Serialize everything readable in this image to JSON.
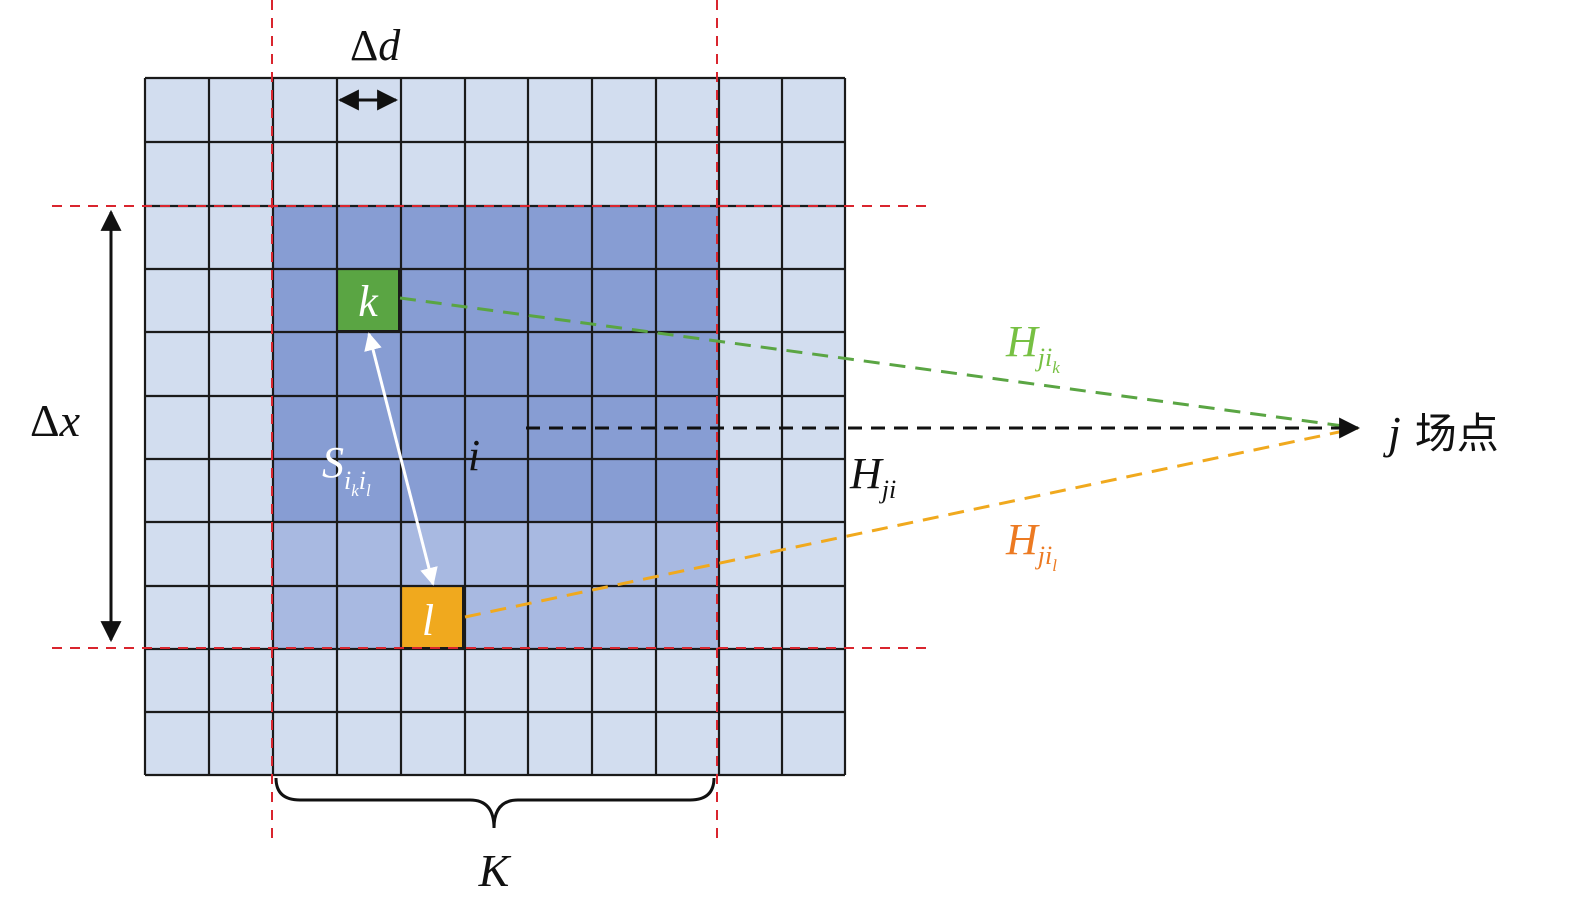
{
  "colors": {
    "cell_light": "#d2ddef",
    "cell_mid": "#a8b9e1",
    "cell_dark": "#879dd3",
    "grid_line": "#1a1a1a",
    "red_dash": "#d9252e",
    "green": "#5aa543",
    "green_text": "#77c043",
    "orange": "#f0a91e",
    "orange_text": "#ec7a22",
    "black": "#111111",
    "white": "#ffffff"
  },
  "labels": {
    "delta": "Δ",
    "delta_d_var": "d",
    "delta_x_var": "x",
    "k_cell": "k",
    "l_cell": "l",
    "center_i": "i",
    "s_main": "S",
    "s_sub_i1": "i",
    "s_sub_k": "k",
    "s_sub_i2": "i",
    "s_sub_l": "l",
    "h_main": "H",
    "h_sub_ji": "ji",
    "hk_main": "H",
    "hk_sub": "ji",
    "hk_subsub": "k",
    "hl_main": "H",
    "hl_sub": "ji",
    "hl_subsub": "l",
    "field_var": "j",
    "field_text": "场点",
    "brace_label": "K"
  }
}
